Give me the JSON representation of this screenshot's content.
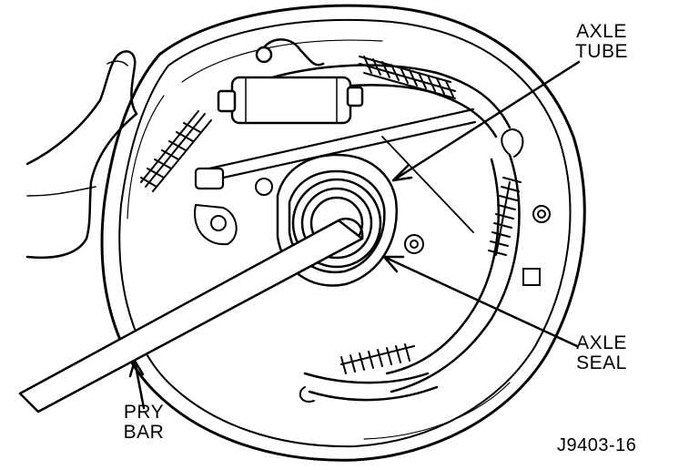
{
  "labels": {
    "axle_tube": [
      "AXLE",
      "TUBE"
    ],
    "axle_seal": [
      "AXLE",
      "SEAL"
    ],
    "pry_bar": [
      "PRY",
      "BAR"
    ]
  },
  "figure_id": "J9403-16"
}
